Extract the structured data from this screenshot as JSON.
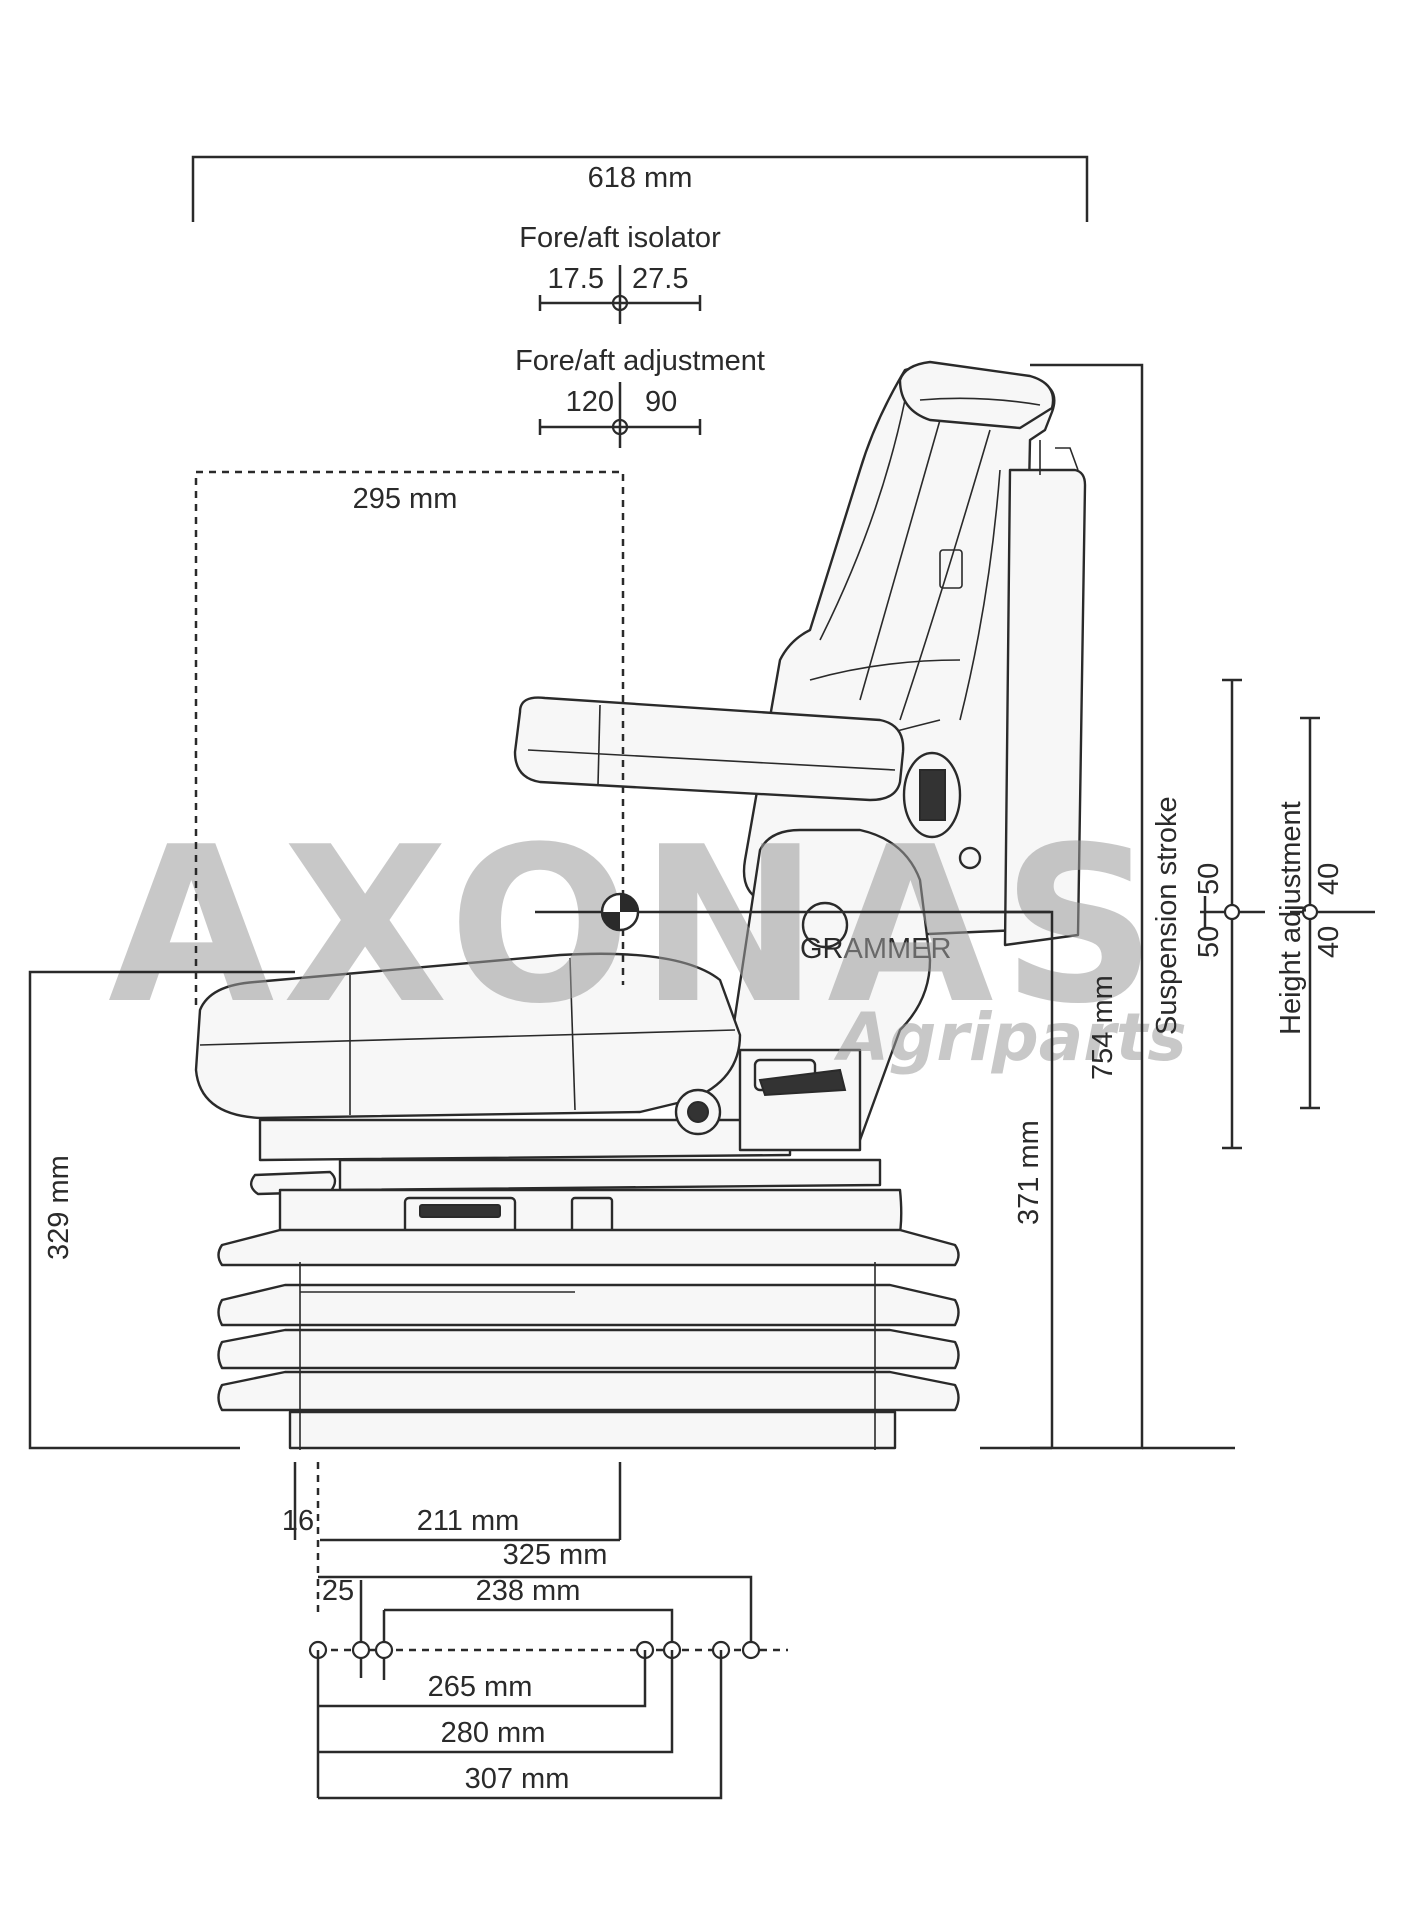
{
  "dimensions": {
    "overall_length": "618 mm",
    "isolator_title": "Fore/aft isolator",
    "isolator_front": "17.5",
    "isolator_rear": "27.5",
    "adjustment_title": "Fore/aft adjustment",
    "adjustment_front": "120",
    "adjustment_rear": "90",
    "seat_ref": "295 mm",
    "overall_height": "754 mm",
    "sip_height": "371 mm",
    "cushion_height": "329 mm",
    "suspension_title": "Suspension stroke",
    "suspension_up": "50",
    "suspension_down": "50",
    "height_adj_title": "Height adjustment",
    "height_adj_up": "40",
    "height_adj_down": "40",
    "offset_16": "16",
    "depth_211": "211 mm",
    "mount_325": "325 mm",
    "mount_25": "25",
    "mount_238": "238 mm",
    "mount_265": "265 mm",
    "mount_280": "280 mm",
    "mount_307": "307 mm"
  },
  "brand_plate": "GRAMMER",
  "watermark": {
    "main": "AXONAS",
    "sub": "Agriparts"
  }
}
